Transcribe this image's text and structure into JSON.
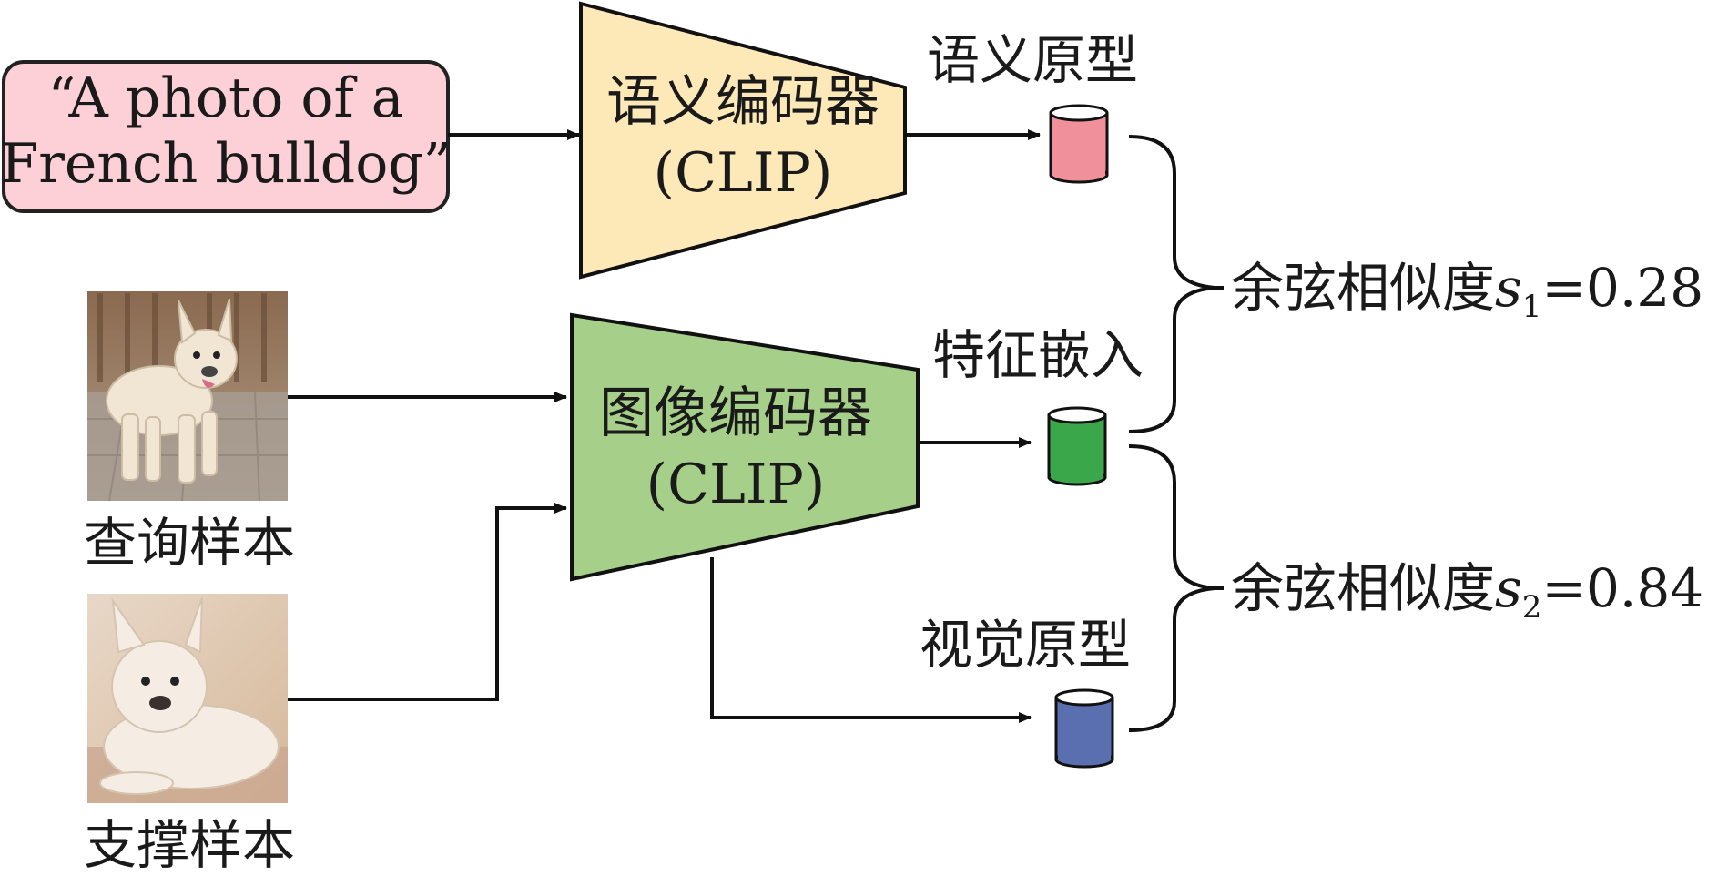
{
  "text_prompt": {
    "line1": "“A photo of a",
    "line2": "French bulldog”"
  },
  "semantic_encoder": {
    "label": "语义编码器",
    "model": "(CLIP)",
    "fill": "#fde8b8"
  },
  "image_encoder": {
    "label": "图像编码器",
    "model": "(CLIP)",
    "fill": "#a6d08a"
  },
  "semantic_prototype": {
    "label": "语义原型",
    "color": "#f0909a"
  },
  "feature_embedding": {
    "label": "特征嵌入",
    "color": "#3aa84a"
  },
  "visual_prototype": {
    "label": "视觉原型",
    "color": "#5a6fb0"
  },
  "query_sample": {
    "label": "查询样本",
    "image": "dog-photo-standing"
  },
  "support_sample": {
    "label": "支撑样本",
    "image": "dog-photo-lying"
  },
  "similarity_1": {
    "prefix": "余弦相似度",
    "var": "s",
    "sub": "1",
    "value": "=0.28"
  },
  "similarity_2": {
    "prefix": "余弦相似度",
    "var": "s",
    "sub": "2",
    "value": "=0.84"
  },
  "colors": {
    "prompt_fill": "#fdd0d8",
    "prompt_stroke": "#222222",
    "line": "#111111"
  }
}
